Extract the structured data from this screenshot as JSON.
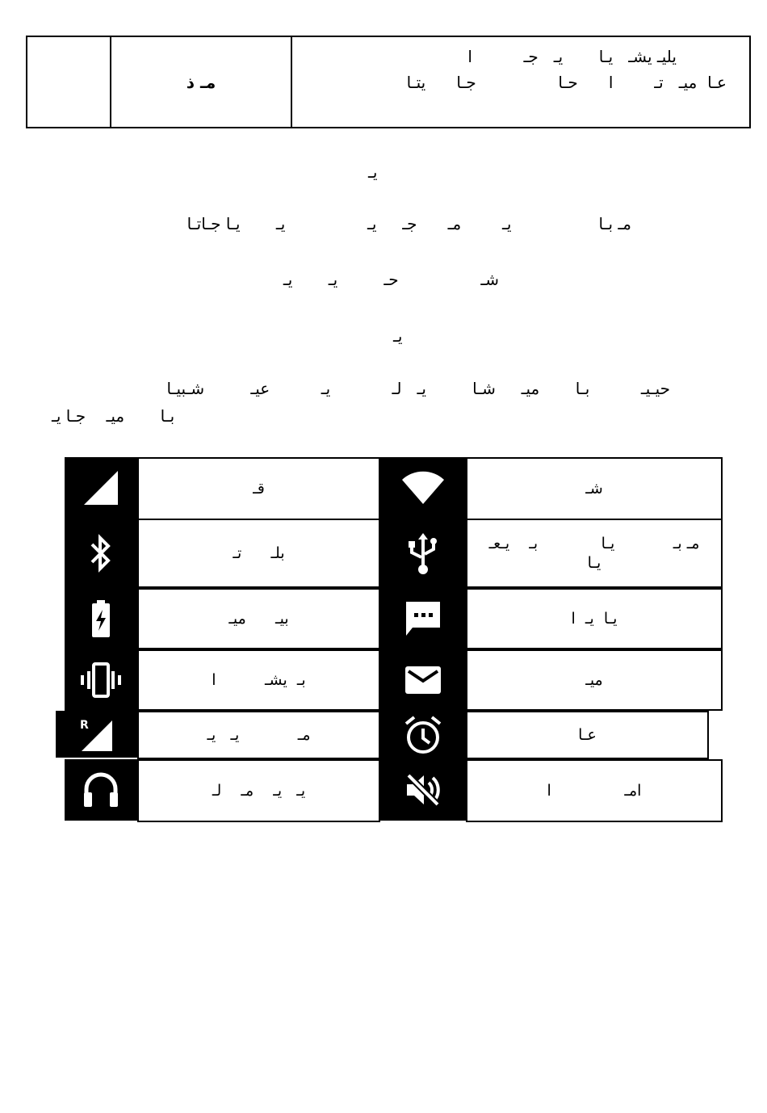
{
  "header": {
    "col2_text": "مـ ذ",
    "col3_line1": "يليـ يشـ   يـا       يـ   جـ          ا",
    "col3_line2": "عـا  ميـ   تـ        ا      حـا                جـا      يتـا"
  },
  "paragraphs": {
    "p1": "يـ",
    "p2": "مـ بـا                 يـ        مـ      جـ     يـ                يـ       يـا جـاتـا",
    "p3": "شـ                حـ         يـ       يـ",
    "p4": "يـ",
    "p5_line1": "حيـيـ          بـا       ميـ     شـا         يـ   لـ            يـ          عيـ         شـبيـا",
    "p5_line2": "بـا       ميـ    جـا يـ"
  },
  "status_icons": {
    "rows": [
      {
        "left_icon": "cell-signal-icon",
        "left_label": "قـ",
        "right_icon": "wifi-icon",
        "right_label": "شـ"
      },
      {
        "left_icon": "bluetooth-icon",
        "left_label": "بلـ      تـ",
        "right_icon": "usb-icon",
        "right_label": "مـ بـ            يـا             بـ    يـعـ\nيـا"
      },
      {
        "left_icon": "battery-charging-icon",
        "left_label": "بيـ      ميـ",
        "right_icon": "message-icon",
        "right_label": "يـا  يـ  ا"
      },
      {
        "left_icon": "vibrate-icon",
        "left_label": "بـ  يشـ          ا",
        "right_icon": "email-icon",
        "right_label": "ميـ"
      },
      {
        "left_icon": "roaming-signal-icon",
        "left_label": "مـ            يـ   يـ",
        "right_icon": "alarm-icon",
        "right_label": "عـا"
      },
      {
        "left_icon": "headphones-icon",
        "left_label": "يـ   يـ    مـ    لـ",
        "right_icon": "mute-icon",
        "right_label": "امـ               ا"
      }
    ],
    "roaming_badge": "R"
  }
}
